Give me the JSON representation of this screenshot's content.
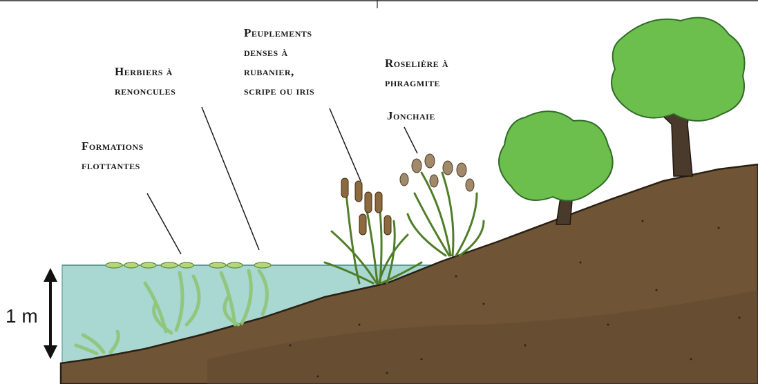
{
  "labels": {
    "formations_1": "Formations",
    "formations_2": "flottantes",
    "herbiers_1": "Herbiers à",
    "herbiers_2": "renoncules",
    "peuplements_1": "Peuplements",
    "peuplements_2": "denses à",
    "peuplements_3": "rubanier,",
    "peuplements_4": "scripe ou iris",
    "roseliere_1": "Roselière à",
    "roseliere_2": "phragmite",
    "jonchaie": "Jonchaie"
  },
  "scale": {
    "text": "1 m"
  },
  "colors": {
    "water": "#a9d7d2",
    "water_edge": "#6fa9a6",
    "soil": "#6f5536",
    "soil_dark": "#4f3b24",
    "grass": "#a9cf6a",
    "grass_dark": "#4f7d2a",
    "cattail": "#8b6a3e",
    "tree_green": "#6cbf4d",
    "tree_dark": "#2f6b27",
    "trunk": "#4a3a2c"
  }
}
